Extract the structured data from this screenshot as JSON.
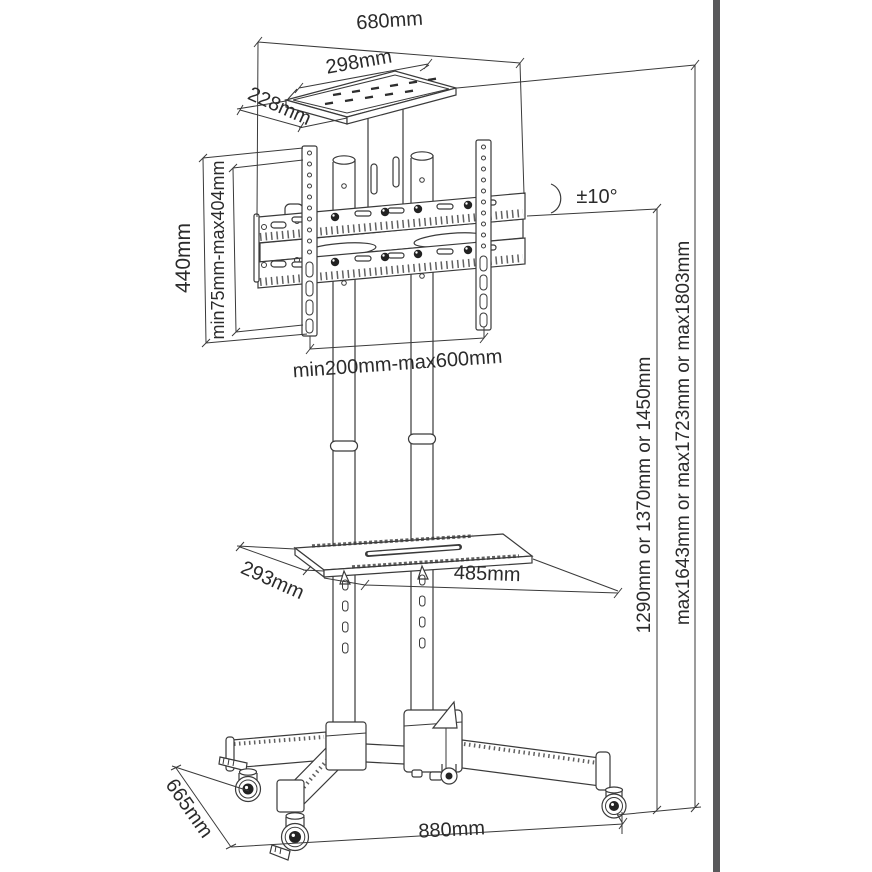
{
  "window": {
    "background": "#ffffff",
    "edge_bar_color": "#59595b"
  },
  "drawing": {
    "subject": "Mobile TV trolley stand with casters, tilting VESA TV mount bracket, top AV shelf and middle shelf — dimensioned technical line drawing",
    "line_color": "#3a3a3a",
    "text_color": "#2b2b2b",
    "labels": {
      "top_width": "680mm",
      "top_shelf_width": "298mm",
      "top_shelf_depth": "228mm",
      "bracket_height": "440mm",
      "vesa_vertical_range": "min75mm-max404mm",
      "tilt_angle": "±10°",
      "vesa_horizontal_range": "min200mm-max600mm",
      "pole_height_options": "1290mm or 1370mm or 1450mm",
      "max_height_options": "max1643mm or max1723mm or max1803mm",
      "shelf_depth": "293mm",
      "shelf_width": "485mm",
      "base_depth": "665mm",
      "base_width": "880mm"
    },
    "parts": [
      "top-shelf",
      "support-plate",
      "left-pole",
      "right-pole",
      "tv-mount-bracket",
      "vesa-arm-left",
      "vesa-arm-right",
      "middle-shelf",
      "base-frame",
      "casters"
    ]
  }
}
